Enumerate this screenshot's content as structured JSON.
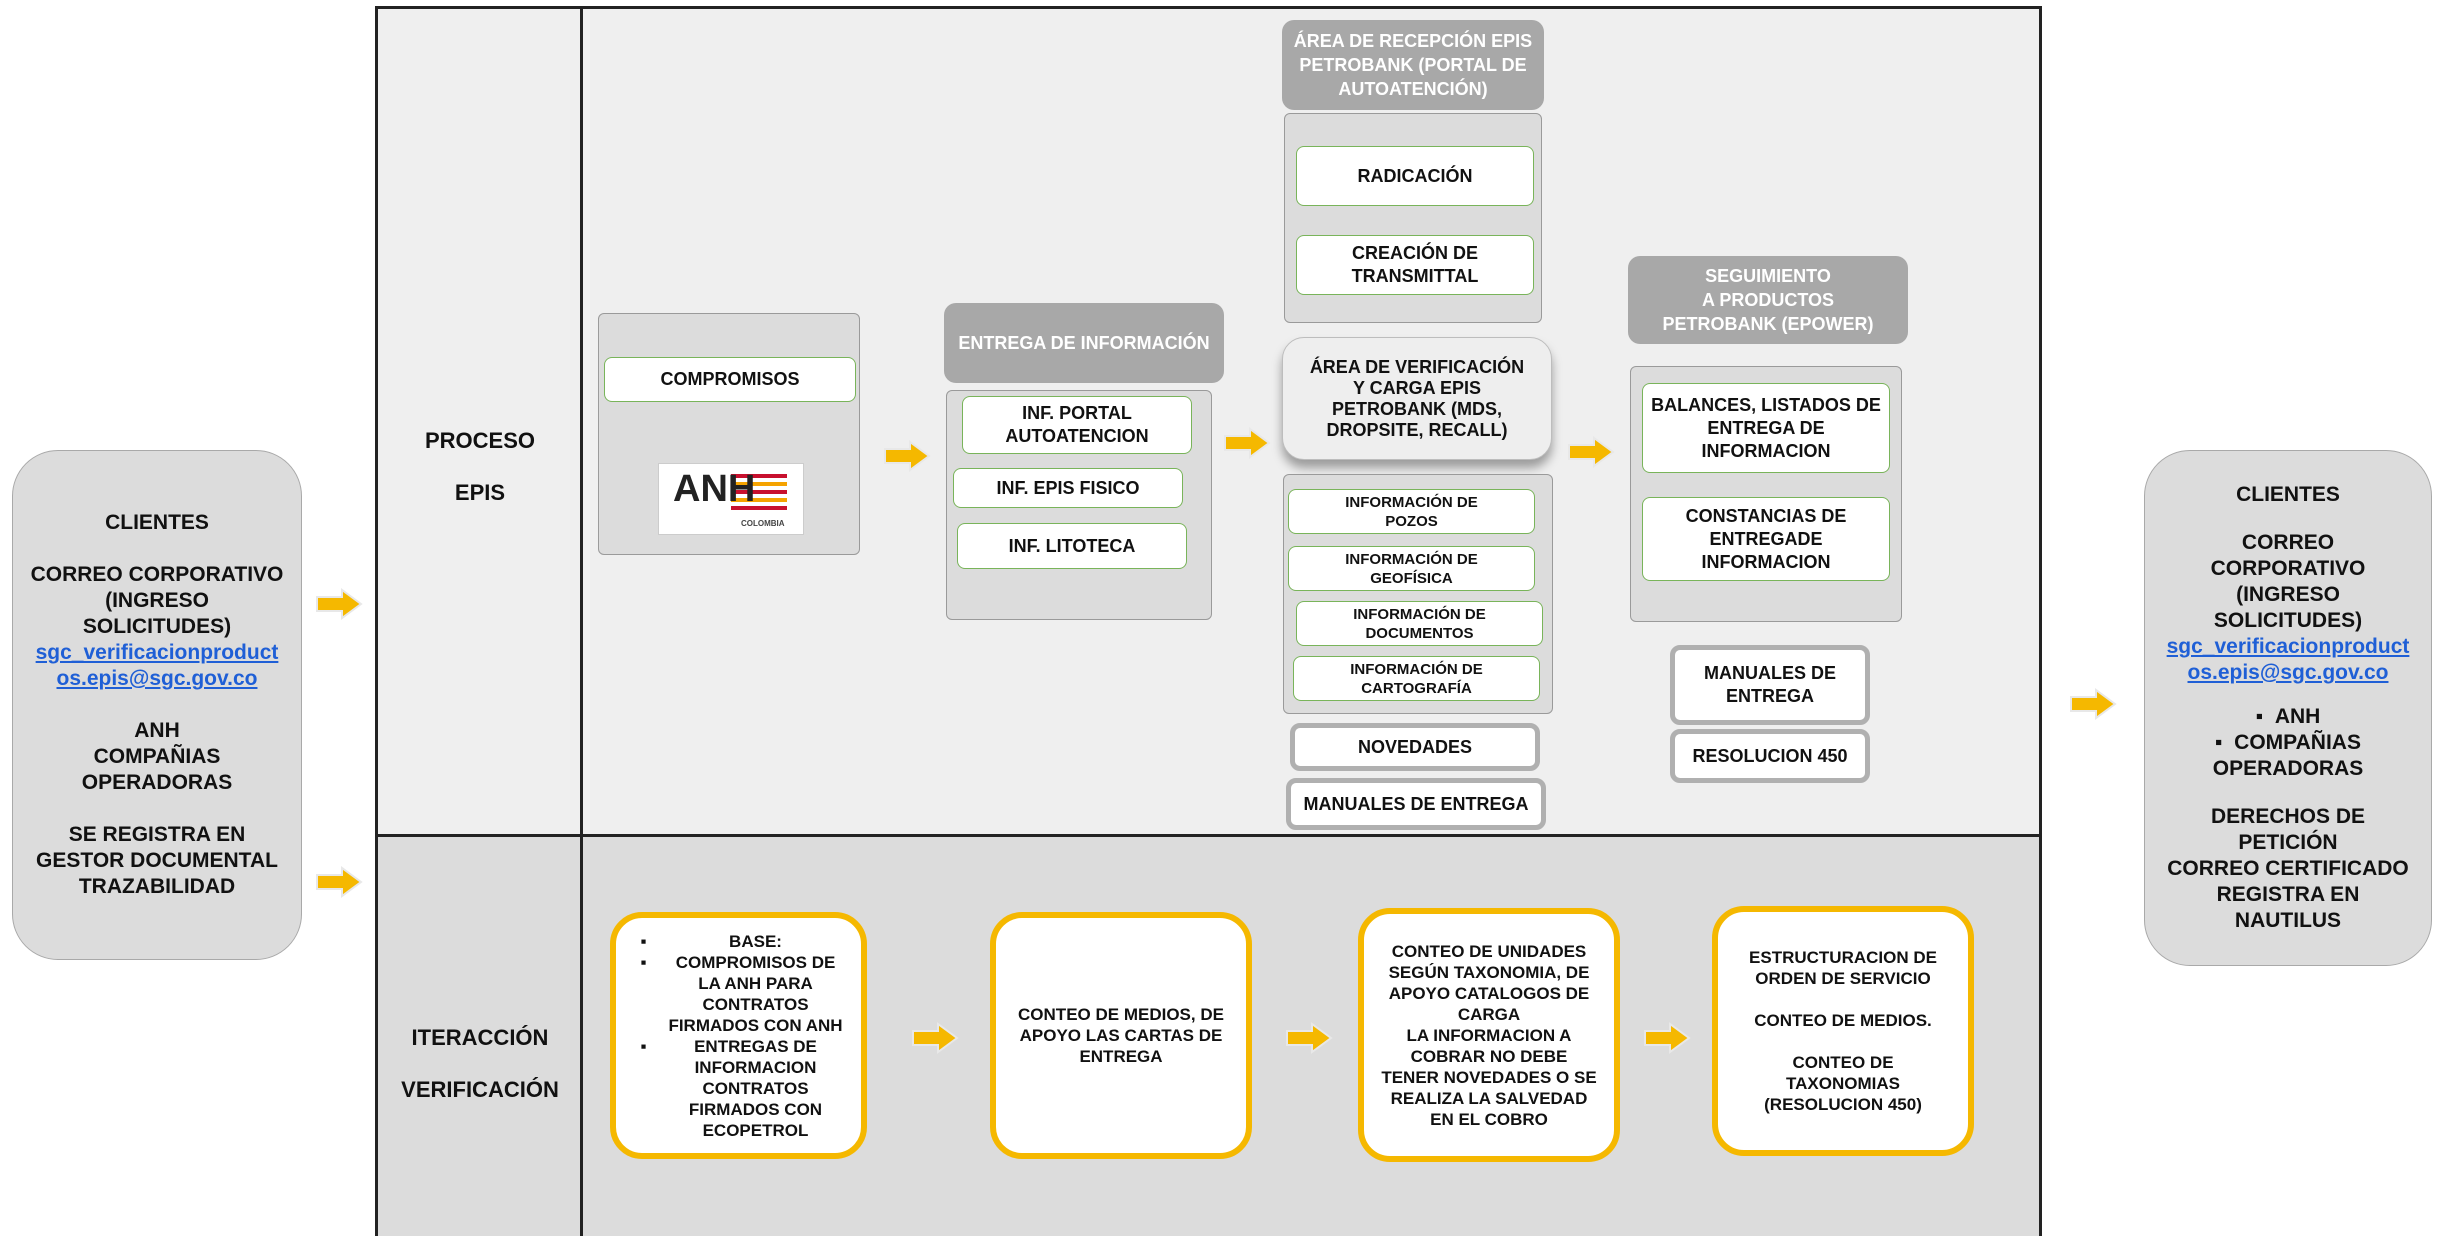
{
  "left_clients": {
    "title": "CLIENTES",
    "line1": "CORREO CORPORATIVO",
    "line2": "(INGRESO",
    "line3": "SOLICITUDES)",
    "email_part1": "sgc_verificacionproduct",
    "email_part2": "os.epis@sgc.gov.co",
    "anh": "ANH",
    "companias": "COMPAÑIAS",
    "operadoras": "OPERADORAS",
    "registra1": "SE REGISTRA EN",
    "registra2": "GESTOR DOCUMENTAL",
    "registra3": "TRAZABILIDAD"
  },
  "row_top": {
    "label1": "PROCESO",
    "label2": "EPIS"
  },
  "row_bottom": {
    "label1": "ITERACCIÓN",
    "label2": "VERIFICACIÓN"
  },
  "compromisos_panel": {
    "button": "COMPROMISOS",
    "logo_text": "ANH",
    "logo_sub": "COLOMBIA"
  },
  "entrega": {
    "header": "ENTREGA DE INFORMACIÓN",
    "item1_a": "INF. PORTAL",
    "item1_b": "AUTOATENCION",
    "item2": "INF. EPIS FISICO",
    "item3": "INF. LITOTECA"
  },
  "recepcion": {
    "header_a": "ÁREA DE RECEPCIÓN EPIS",
    "header_b": "PETROBANK (PORTAL DE",
    "header_c": "AUTOATENCIÓN)",
    "item1": "RADICACIÓN",
    "item2_a": "CREACIÓN DE",
    "item2_b": "TRANSMITTAL"
  },
  "verificacion": {
    "line1": "ÁREA DE VERIFICACIÓN",
    "line2": "Y CARGA EPIS",
    "line3": "PETROBANK (MDS,",
    "line4": "DROPSITE, RECALL)",
    "info1_a": "INFORMACIÓN  DE",
    "info1_b": "POZOS",
    "info2_a": "INFORMACIÓN  DE",
    "info2_b": "GEOFÍSICA",
    "info3_a": "INFORMACIÓN  DE",
    "info3_b": "DOCUMENTOS",
    "info4_a": "INFORMACIÓN  DE",
    "info4_b": "CARTOGRAFÍA",
    "novedades": "NOVEDADES",
    "manuales": "MANUALES DE ENTREGA"
  },
  "seguimiento": {
    "header_a": "SEGUIMIENTO",
    "header_b": "A PRODUCTOS",
    "header_c": "PETROBANK (EPOWER)",
    "item1_a": "BALANCES, LISTADOS DE",
    "item1_b": "ENTREGA DE",
    "item1_c": "INFORMACION",
    "item2_a": "CONSTANCIAS DE",
    "item2_b": "ENTREGADE",
    "item2_c": "INFORMACION",
    "manuales_a": "MANUALES DE",
    "manuales_b": "ENTREGA",
    "resolucion": "RESOLUCION 450"
  },
  "iteracion": {
    "box1": {
      "base": "BASE:",
      "b1_a": "COMPROMISOS DE",
      "b1_b": "LA ANH PARA",
      "b1_c": "CONTRATOS",
      "b1_d": "FIRMADOS CON ANH",
      "b2_a": "ENTREGAS DE",
      "b2_b": "INFORMACION",
      "b2_c": "CONTRATOS",
      "b2_d": "FIRMADOS CON",
      "b2_e": "ECOPETROL"
    },
    "box2": {
      "l1": "CONTEO DE MEDIOS, DE",
      "l2": "APOYO LAS CARTAS DE",
      "l3": "ENTREGA"
    },
    "box3": {
      "l1": "CONTEO DE UNIDADES",
      "l2": "SEGÚN TAXONOMIA, DE",
      "l3": "APOYO CATALOGOS DE",
      "l4": "CARGA",
      "l5": "LA INFORMACION A",
      "l6": "COBRAR NO DEBE",
      "l7": "TENER NOVEDADES O SE",
      "l8": "REALIZA LA SALVEDAD",
      "l9": "EN EL COBRO"
    },
    "box4": {
      "l1": "ESTRUCTURACION DE",
      "l2": "ORDEN DE SERVICIO",
      "l3": "CONTEO DE MEDIOS.",
      "l4": "CONTEO DE",
      "l5": "TAXONOMIAS",
      "l6": "(RESOLUCION 450)"
    }
  },
  "right_clients": {
    "title": "CLIENTES",
    "line1": "CORREO",
    "line2": "CORPORATIVO",
    "line3": "(INGRESO",
    "line4": "SOLICITUDES)",
    "email_part1": "sgc_verificacionproduct",
    "email_part2": "os.epis@sgc.gov.co",
    "anh": "ANH",
    "companias": "COMPAÑIAS",
    "operadoras": "OPERADORAS",
    "derechos1": "DERECHOS DE",
    "derechos2": "PETICIÓN",
    "certificado": "CORREO CERTIFICADO",
    "registra1": "REGISTRA EN",
    "registra2": "NAUTILUS"
  },
  "colors": {
    "arrow": "#f5b800",
    "header_gray": "#a8a8a8",
    "panel_gray": "#dcdcdc",
    "green_border": "#79b45a",
    "yellow_border": "#f5b800",
    "link_blue": "#1f5fd6"
  },
  "icons": {
    "arrow": "right-arrow-icon"
  }
}
